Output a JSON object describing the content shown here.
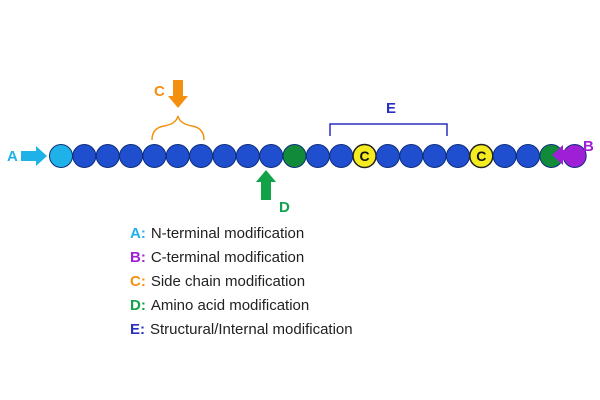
{
  "colors": {
    "a": "#1fb2e8",
    "b": "#9e1fd6",
    "c": "#f49010",
    "d": "#11a24a",
    "e": "#2b2fbf",
    "bead": "#1f4fcf",
    "bead_stroke": "#0e2e7a",
    "green_bead": "#118a3a",
    "yellow_bead": "#f4ec21",
    "chain_line": "#555555",
    "text": "#222222"
  },
  "chain": {
    "beads": [
      "cyan",
      "blue",
      "blue",
      "blue",
      "blue",
      "blue",
      "blue",
      "blue",
      "blue",
      "blue",
      "green",
      "blue",
      "blue",
      "yellow",
      "blue",
      "blue",
      "blue",
      "blue",
      "yellow",
      "blue",
      "blue",
      "green",
      "purple"
    ],
    "yellow_bead_label": "C"
  },
  "markers": {
    "a": "A",
    "b": "B",
    "c": "C",
    "d": "D",
    "e": "E"
  },
  "legend": [
    {
      "key": "A:",
      "text": "N-terminal modification",
      "color": "#1fb2e8"
    },
    {
      "key": "B:",
      "text": "C-terminal modification",
      "color": "#9e1fd6"
    },
    {
      "key": "C:",
      "text": "Side chain modification",
      "color": "#f49010"
    },
    {
      "key": "D:",
      "text": "Amino acid modification",
      "color": "#11a24a"
    },
    {
      "key": "E:",
      "text": "Structural/Internal modification",
      "color": "#2b2fbf"
    }
  ]
}
